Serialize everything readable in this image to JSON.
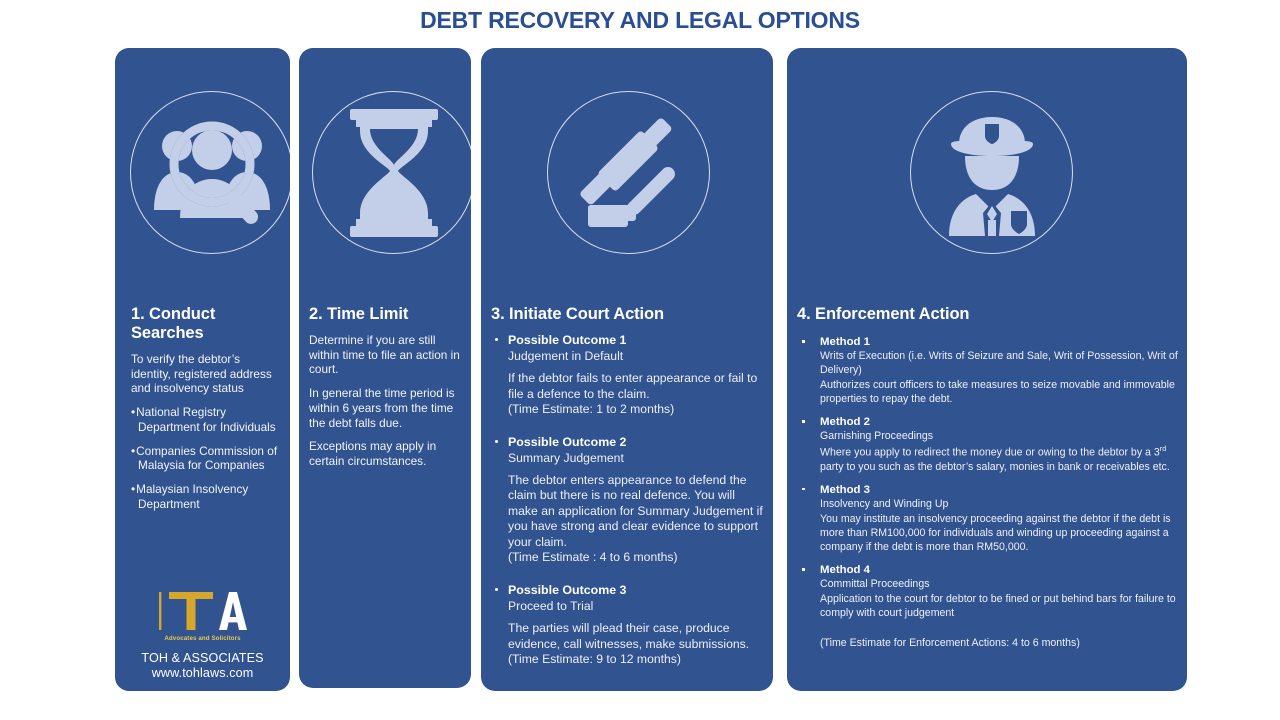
{
  "title": "DEBT RECOVERY AND LEGAL OPTIONS",
  "colors": {
    "title_blue": "#2A4E95",
    "card_blue": "#31538F",
    "icon_fill": "#C3CFE8",
    "logo_gold": "#D6A72A",
    "text_white": "#FFFFFF"
  },
  "columns": [
    {
      "icon": "people-search-icon",
      "heading": "1. Conduct Searches",
      "intro": "To verify the debtor’s identity, registered address and insolvency status",
      "bullets": [
        "National Registry Department for Individuals",
        "Companies Commission of Malaysia for Companies",
        "Malaysian Insolvency Department"
      ]
    },
    {
      "icon": "hourglass-icon",
      "heading": "2. Time Limit",
      "paragraphs": [
        "Determine if you are still within time to file an action in court.",
        "In general the time period is within 6 years from the time the debt falls due.",
        "Exceptions may apply in certain circumstances."
      ]
    },
    {
      "icon": "gavel-icon",
      "heading": "3. Initiate Court Action",
      "outcomes": [
        {
          "title": "Possible Outcome 1",
          "subtitle": "Judgement in Default",
          "description": "If the debtor fails to enter appearance or fail to file a defence to the claim.",
          "time": "(Time Estimate: 1 to 2 months)"
        },
        {
          "title": "Possible Outcome 2",
          "subtitle": "Summary Judgement",
          "description": "The debtor enters appearance to defend the claim but there is no real defence. You will make an application for Summary Judgement if you have strong and clear evidence to support your claim.",
          "time": "(Time Estimate : 4 to 6 months)"
        },
        {
          "title": "Possible Outcome 3",
          "subtitle": "Proceed to Trial",
          "description": "The parties will plead their case, produce evidence, call witnesses, make submissions.",
          "time": "(Time Estimate: 9 to 12 months)"
        }
      ]
    },
    {
      "icon": "police-officer-icon",
      "heading": "4. Enforcement Action",
      "methods": [
        {
          "title": "Method 1",
          "subtitle": "Writs of Execution (i.e. Writs of Seizure and Sale, Writ of Possession, Writ of Delivery)",
          "description": "Authorizes court officers to take measures to seize movable and immovable properties to repay the debt."
        },
        {
          "title": "Method 2",
          "subtitle": "Garnishing Proceedings",
          "description_pre": "Where you apply to redirect the money due or owing to the debtor by a 3",
          "description_sup": "rd",
          "description_post": " party to you such as the debtor’s salary, monies in bank or receivables etc."
        },
        {
          "title": "Method 3",
          "subtitle": "Insolvency and Winding Up",
          "description": "You may institute an insolvency proceeding against the debtor if the debt is more than RM100,000 for individuals and winding up proceeding against a company if the debt is more than RM50,000."
        },
        {
          "title": "Method 4",
          "subtitle": "Committal Proceedings",
          "description": "Application to the court for debtor to be fined or put behind bars for failure to comply with court judgement"
        }
      ],
      "enforcement_time": "(Time Estimate for Enforcement Actions: 4 to 6 months)"
    }
  ],
  "logo": {
    "letter_t": "T",
    "letter_a": "A",
    "tagline": "Advocates and Solicitors",
    "firm_name": "TOH & ASSOCIATES",
    "website": "www.tohlaws.com"
  }
}
